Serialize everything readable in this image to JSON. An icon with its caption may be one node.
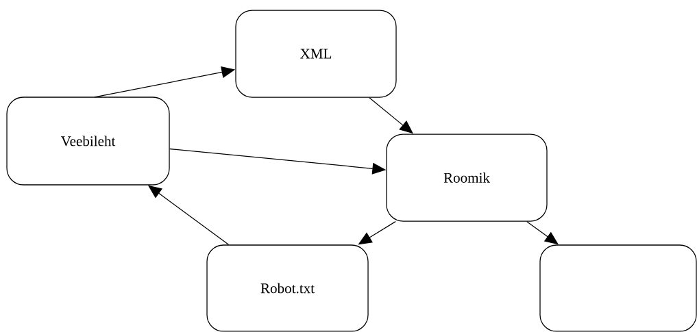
{
  "diagram": {
    "nodes": [
      {
        "text": [
          "Veebileht"
        ]
      },
      {
        "text": [
          "XML"
        ]
      },
      {
        "text": [
          "Roomik"
        ]
      },
      {
        "text": [
          "Robot.txt"
        ]
      },
      {
        "text": [],
        "shape": "box"
      }
    ],
    "edges": [
      {
        "from": 0,
        "to": 1,
        "arrow": "to"
      },
      {
        "from": 1,
        "to": 2,
        "arrow": "to"
      },
      {
        "from": 0,
        "to": 2,
        "arrow": "to"
      },
      {
        "from": 2,
        "to": 4,
        "arrow": "to"
      },
      {
        "from": 2,
        "to": 3,
        "arrow": "to"
      },
      {
        "from": 3,
        "to": 0,
        "arrow": "to"
      }
    ]
  }
}
